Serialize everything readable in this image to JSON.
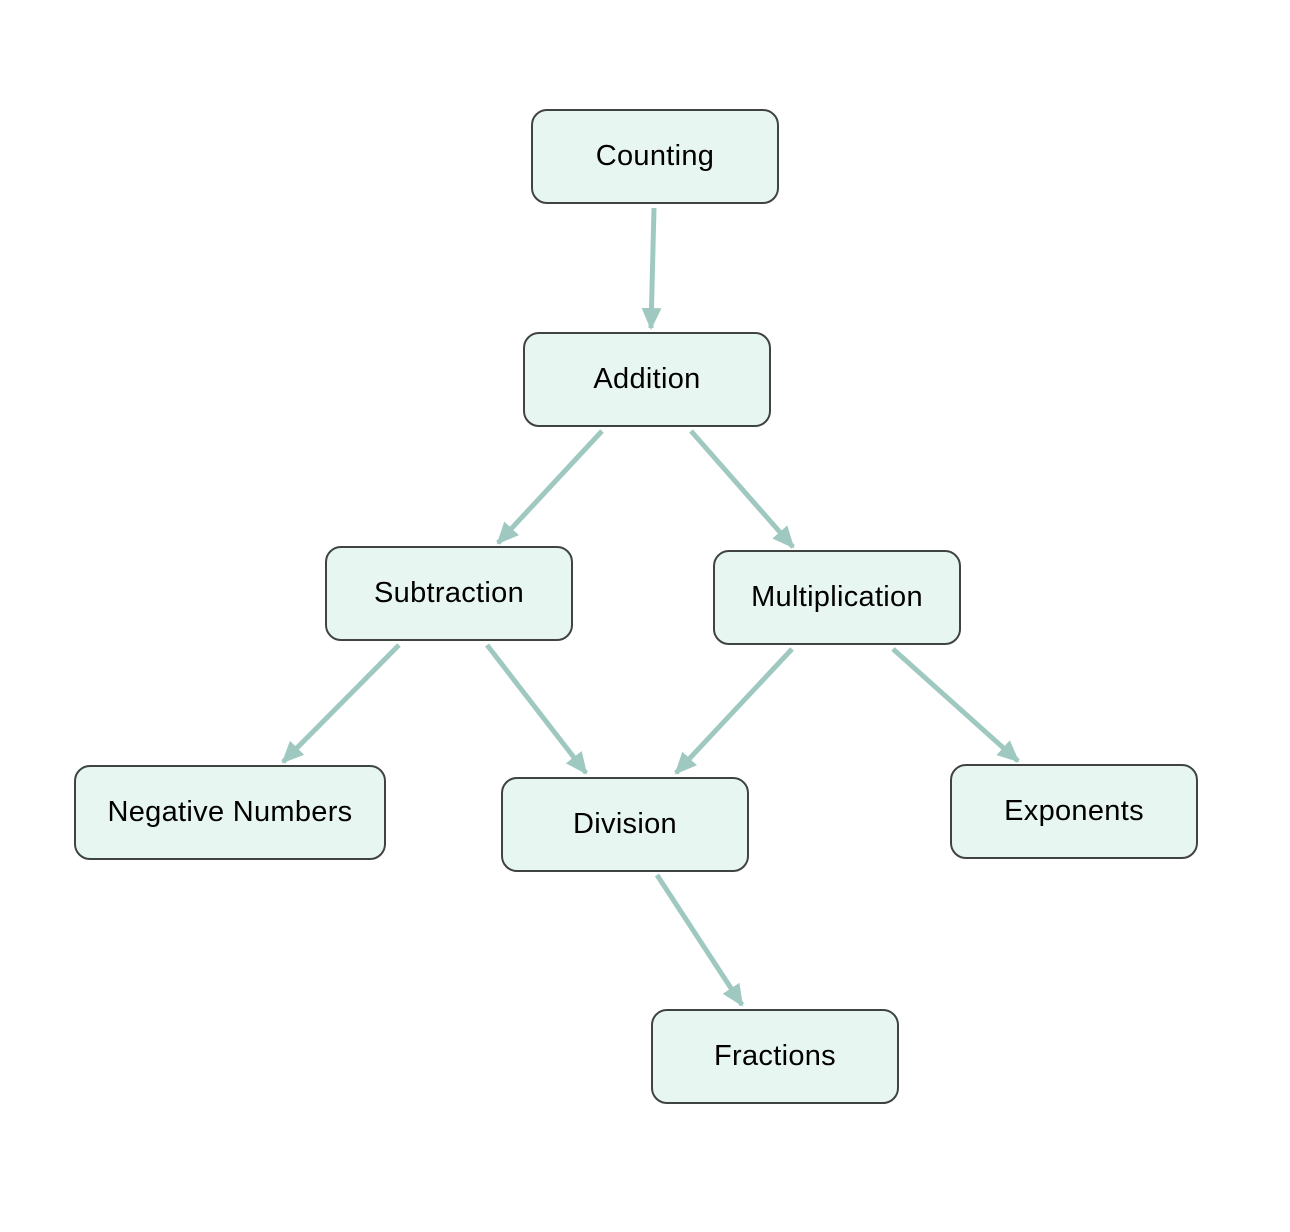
{
  "diagram": {
    "edge_color": "#9fc9c0",
    "node_fill": "#e8f6f1",
    "node_border": "#3f4441",
    "nodes": {
      "counting": "Counting",
      "addition": "Addition",
      "subtraction": "Subtraction",
      "multiplication": "Multiplication",
      "negative_numbers": "Negative Numbers",
      "division": "Division",
      "exponents": "Exponents",
      "fractions": "Fractions"
    },
    "edges": [
      {
        "from": "counting",
        "to": "addition"
      },
      {
        "from": "addition",
        "to": "subtraction"
      },
      {
        "from": "addition",
        "to": "multiplication"
      },
      {
        "from": "subtraction",
        "to": "negative_numbers"
      },
      {
        "from": "subtraction",
        "to": "division"
      },
      {
        "from": "multiplication",
        "to": "division"
      },
      {
        "from": "multiplication",
        "to": "exponents"
      },
      {
        "from": "division",
        "to": "fractions"
      }
    ]
  }
}
